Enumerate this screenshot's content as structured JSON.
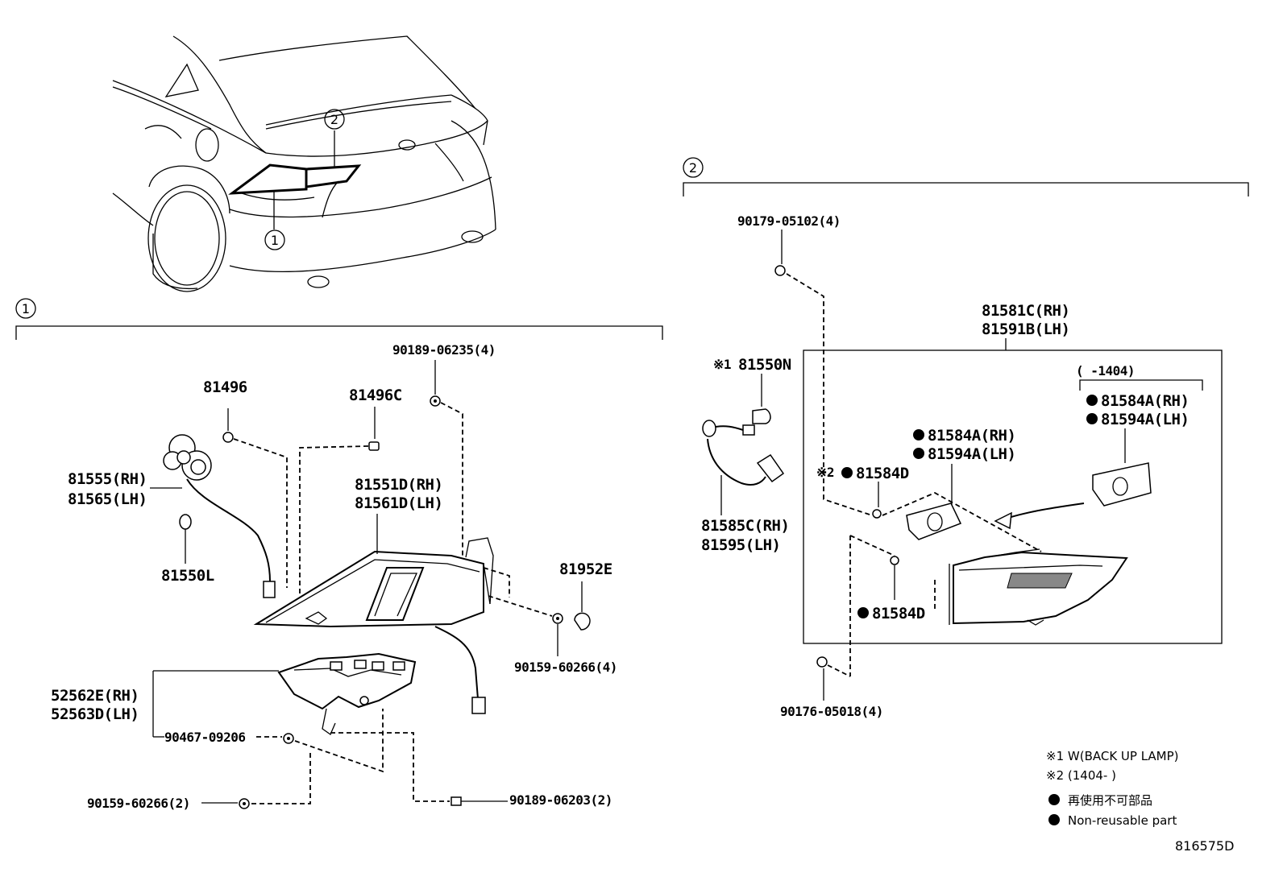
{
  "callouts": {
    "c1": "1",
    "c2": "2",
    "s1": "1",
    "s2": "2"
  },
  "labels": {
    "p81496": "81496",
    "p81496c": "81496C",
    "p90189_06235": "90189-06235(4)",
    "p81555": "81555(RH)",
    "p81565": "81565(LH)",
    "p81551d": "81551D(RH)",
    "p81561d": "81561D(LH)",
    "p81550l": "81550L",
    "p81952e": "81952E",
    "p90159_60266_4": "90159-60266(4)",
    "p52562e": "52562E(RH)",
    "p52563d": "52563D(LH)",
    "p90467_09206": "90467-09206",
    "p90159_60266_2": "90159-60266(2)",
    "p90189_06203": "90189-06203(2)",
    "p90179_05102": "90179-05102(4)",
    "p81581c": "81581C(RH)",
    "p81591b": "81591B(LH)",
    "p81550n_mark": "※1",
    "p81550n": "81550N",
    "p1404_range": "(     -1404)",
    "p81584a_rh_1": "81584A(RH)",
    "p81594a_lh_1": "81594A(LH)",
    "p81584a_rh_2": "81584A(RH)",
    "p81594a_lh_2": "81594A(LH)",
    "p81584d_mark": "※2",
    "p81584d_1": "81584D",
    "p81585c": "81585C(RH)",
    "p81595": "81595(LH)",
    "p81584d_2": "81584D",
    "p90176_05018": "90176-05018(4)"
  },
  "notes": {
    "n1": "※1 W(BACK UP LAMP)",
    "n2": "※2 (1404-      )",
    "legend_jp": "再使用不可部品",
    "legend_en": "Non-reusable part"
  },
  "diagram_code": "816575D",
  "colors": {
    "line": "#000000",
    "background": "#ffffff",
    "lens": "#888888"
  }
}
